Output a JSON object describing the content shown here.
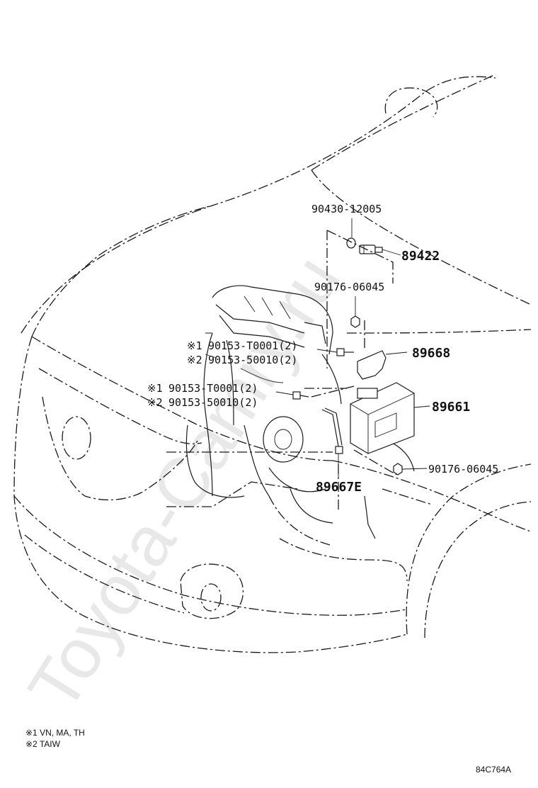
{
  "watermark": "Toyota-Camry.ru",
  "callouts": {
    "c1": "90430-12005",
    "c2": "89422",
    "c3": "90176-06045",
    "c4": "90153-T0001(2)",
    "c5": "90153-50010(2)",
    "c6": "89668",
    "c7": "90153-T0001(2)",
    "c8": "90153-50010(2)",
    "c9": "89661",
    "c10": "90176-06045",
    "c11": "89667E"
  },
  "marks": {
    "m1": "※1",
    "m2": "※2",
    "m3": "※1",
    "m4": "※2"
  },
  "notes": {
    "n1": "※1 VN, MA, TH",
    "n2": "※2 TAIW"
  },
  "figure_code": "84C764A"
}
